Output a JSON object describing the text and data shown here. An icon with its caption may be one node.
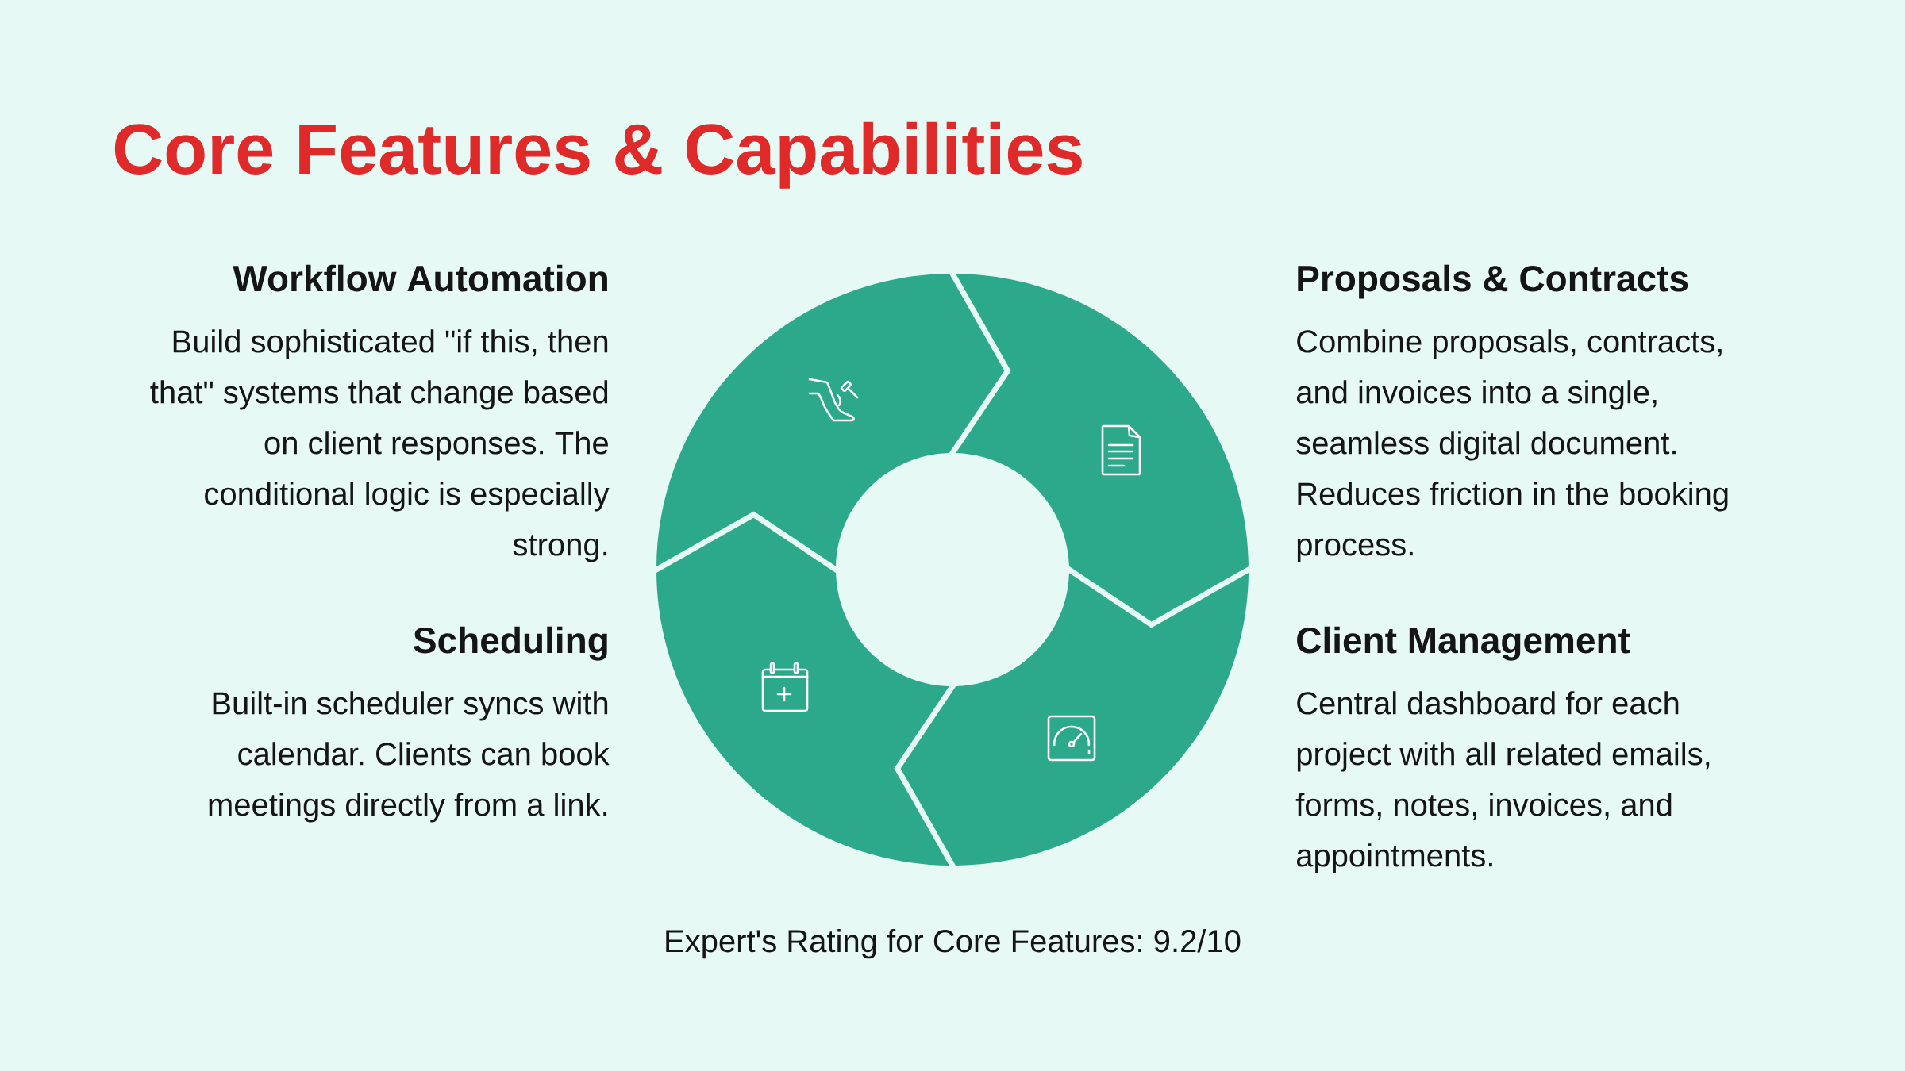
{
  "diagram": {
    "title": "Core Features & Capabilities",
    "caption": "Expert's Rating for Core Features: 9.2/10",
    "nodes": [
      {
        "text": [],
        "shape": "segment",
        "beside": [
          "Workflow Automation",
          "Build sophisticated \"if this, then that\" systems that change based on client responses. The conditional logic is especially strong."
        ]
      },
      {
        "text": [],
        "shape": "segment",
        "beside": [
          "Proposals & Contracts",
          "Combine proposals, contracts, and invoices into a single, seamless digital document. Reduces friction in the booking process."
        ]
      },
      {
        "text": [],
        "shape": "segment",
        "beside": [
          "Scheduling",
          "Built-in scheduler syncs with calendar. Clients can book meetings directly from a link."
        ]
      },
      {
        "text": [],
        "shape": "segment",
        "beside": [
          "Client Management",
          "Central dashboard for each project with all related emails, forms, notes, invoices, and appointments."
        ]
      }
    ]
  }
}
